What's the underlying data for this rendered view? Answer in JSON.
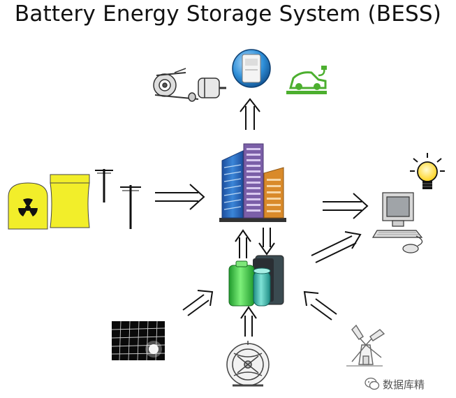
{
  "title": "Battery Energy Storage System (BESS)",
  "watermark": "数据库精",
  "colors": {
    "nuclear_yellow": "#f2ee2a",
    "building_blue": "#2d6fc4",
    "building_purple": "#7b5fa8",
    "building_orange": "#d98a2a",
    "battery_green": "#3ec24a",
    "battery_teal": "#38b3a7",
    "car_green": "#4caf2f",
    "bulb_yellow": "#ffe43a",
    "globe_blue": "#2f8fd8"
  },
  "nodes": [
    {
      "id": "power-plant",
      "icon": "nuclear-plant-icon"
    },
    {
      "id": "transmission",
      "icon": "power-pole-icon"
    },
    {
      "id": "city",
      "icon": "buildings-icon"
    },
    {
      "id": "battery",
      "icon": "battery-icon"
    },
    {
      "id": "computer",
      "icon": "computer-icon"
    },
    {
      "id": "bulb",
      "icon": "lightbulb-icon"
    },
    {
      "id": "motor",
      "icon": "motor-belt-icon"
    },
    {
      "id": "appliance",
      "icon": "appliance-globe-icon"
    },
    {
      "id": "ev",
      "icon": "electric-car-icon"
    },
    {
      "id": "solar",
      "icon": "solar-panel-icon"
    },
    {
      "id": "turbine",
      "icon": "hydro-turbine-icon"
    },
    {
      "id": "windmill",
      "icon": "windmill-icon"
    }
  ]
}
